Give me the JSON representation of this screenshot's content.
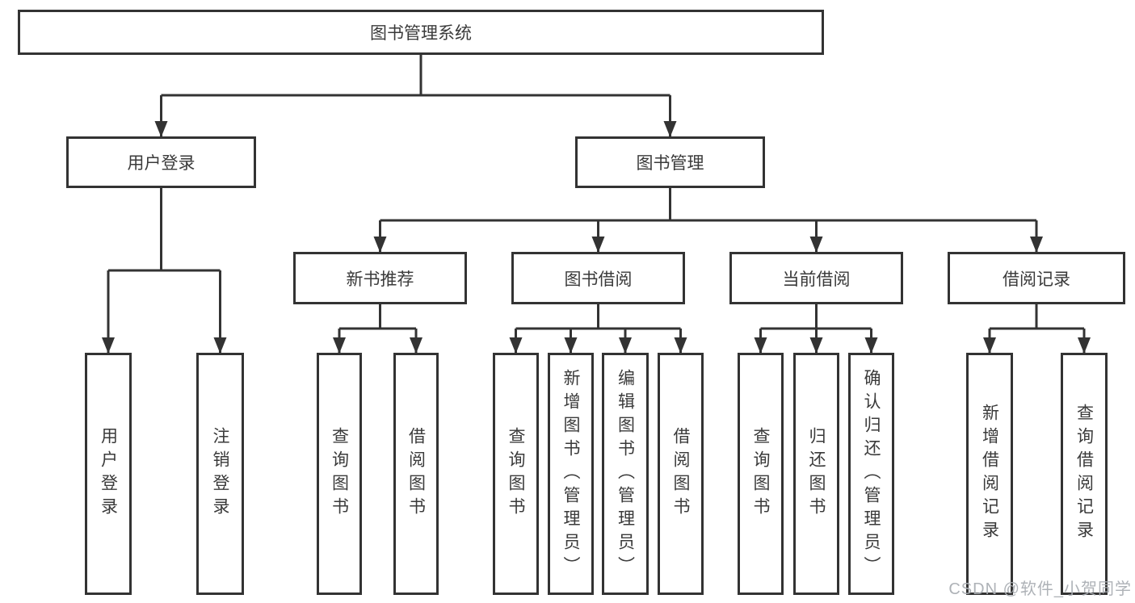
{
  "nodes": {
    "root": "图书管理系统",
    "level2": [
      {
        "label": "用户登录"
      },
      {
        "label": "图书管理"
      }
    ],
    "login_leaves": [
      "用户登录",
      "注销登录"
    ],
    "level3": [
      {
        "label": "新书推荐"
      },
      {
        "label": "图书借阅"
      },
      {
        "label": "当前借阅"
      },
      {
        "label": "借阅记录"
      }
    ],
    "rec_leaves": [
      "查询图书",
      "借阅图书"
    ],
    "borrow_leaves": [
      "查询图书",
      "新增图书（管理员）",
      "编辑图书（管理员）",
      "借阅图书"
    ],
    "current_leaves": [
      "查询图书",
      "归还图书",
      "确认归还（管理员）"
    ],
    "record_leaves": [
      "新增借阅记录",
      "查询借阅记录"
    ]
  },
  "watermark": "CSDN @软件_小贺同学",
  "colors": {
    "line": "#333333",
    "box_border": "#333333",
    "text": "#3a3a3a",
    "watermark": "#aaaeb3",
    "background": "#ffffff"
  }
}
